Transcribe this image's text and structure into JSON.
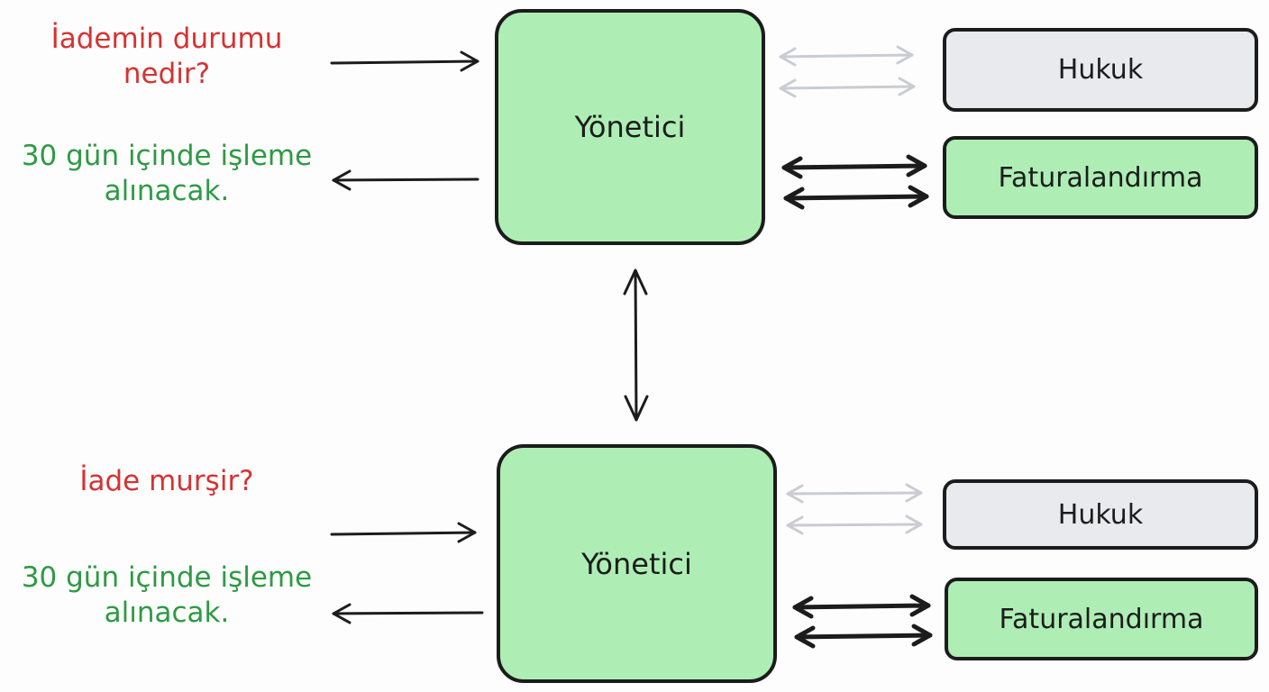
{
  "colors": {
    "question": "#d63232",
    "answer": "#2e9a44",
    "manager_fill": "#aeeeb5",
    "active_service_fill": "#aeeeb5",
    "inactive_service_fill": "#e9eaee",
    "stroke": "#1c1c1c",
    "inactive_arrow": "#c9ccd2"
  },
  "top": {
    "question": "İademin durumu nedir?",
    "answer": "30 gün içinde işleme alınacak.",
    "manager": "Yönetici",
    "services": [
      {
        "label": "Hukuk",
        "active": false
      },
      {
        "label": "Faturalandırma",
        "active": true
      }
    ]
  },
  "bottom": {
    "question": "İade murşir?",
    "answer": "30 gün içinde işleme alınacak.",
    "manager": "Yönetici",
    "services": [
      {
        "label": "Hukuk",
        "active": false
      },
      {
        "label": "Faturalandırma",
        "active": true
      }
    ]
  },
  "connector": {
    "between": "top-manager and bottom-manager",
    "direction": "bidirectional"
  }
}
